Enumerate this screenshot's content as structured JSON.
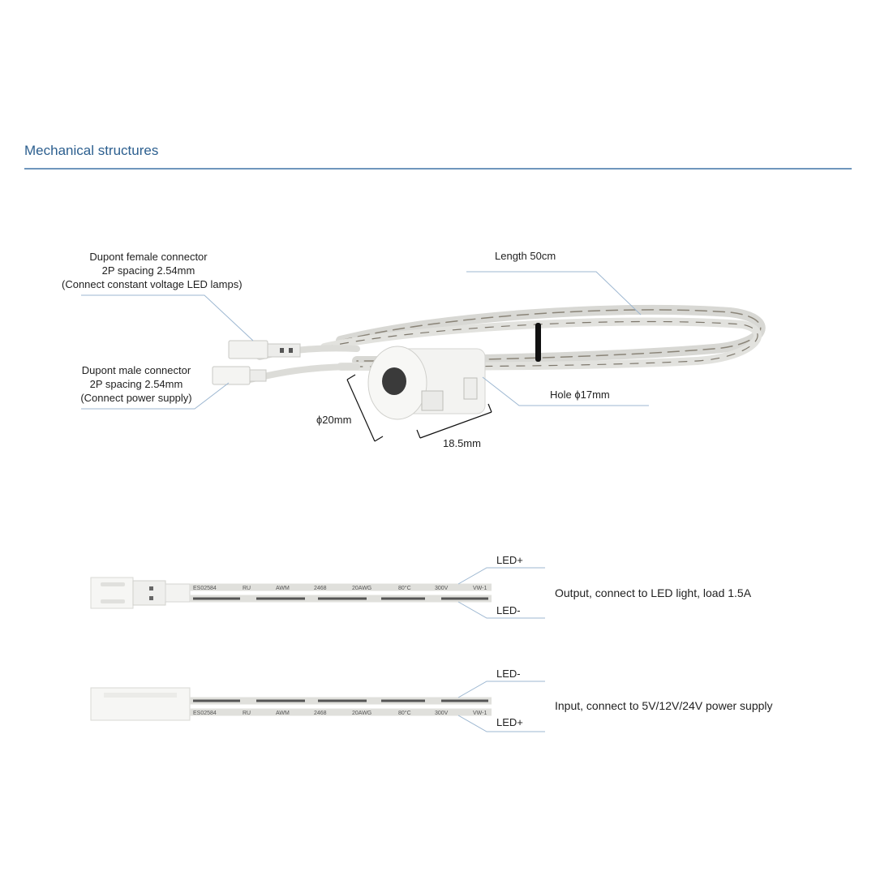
{
  "section_title": "Mechanical structures",
  "top_diagram": {
    "female_connector": [
      "Dupont female connector",
      "2P spacing 2.54mm",
      "(Connect constant voltage LED lamps)"
    ],
    "male_connector": [
      "Dupont male connector",
      "2P spacing 2.54mm",
      "(Connect power supply)"
    ],
    "length": "Length 50cm",
    "hole": "Hole ϕ17mm",
    "diameter": "ϕ20mm",
    "depth": "18.5mm"
  },
  "wire_print": [
    "ES02584",
    "RU",
    "AWM",
    "2468",
    "20AWG",
    "80°C",
    "300V",
    "VW-1"
  ],
  "output_cable": {
    "top_wire": "LED+",
    "bottom_wire": "LED-",
    "description": "Output, connect to LED light, load 1.5A"
  },
  "input_cable": {
    "top_wire": "LED-",
    "bottom_wire": "LED+",
    "description": "Input, connect to 5V/12V/24V power supply"
  },
  "colors": {
    "title": "#2c5f8f",
    "rule": "#6f96bd",
    "leader": "#9db7d1"
  }
}
